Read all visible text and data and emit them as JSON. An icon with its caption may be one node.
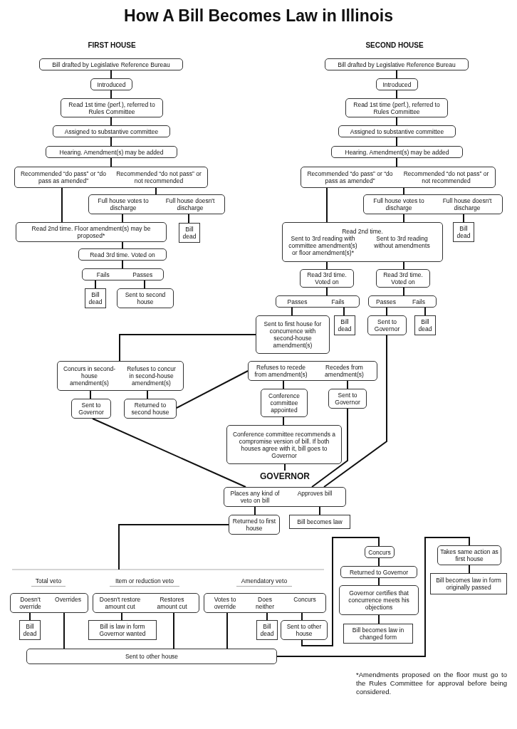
{
  "diagram": {
    "title": "How A Bill Becomes Law in Illinois",
    "nodes": [
      {
        "text": [
          "Bill drafted by Legislative Reference Bureau"
        ]
      },
      {
        "text": [
          "Introduced"
        ]
      },
      {
        "text": [
          "Read 1st time (perf.), referred to Rules Committee"
        ]
      },
      {
        "text": [
          "Assigned to substantive committee"
        ]
      },
      {
        "text": [
          "Hearing. Amendment(s) may be added"
        ]
      },
      {
        "text": [
          "Recommended “do pass” or “do pass as amended”",
          "Recommended “do not pass” or not recommended"
        ]
      },
      {
        "text": [
          "Full house votes to discharge",
          "Full house doesn't discharge"
        ]
      },
      {
        "text": [
          "Bill dead"
        ]
      },
      {
        "text": [
          "Read 2nd time.  Floor amendment(s) may be proposed*"
        ]
      },
      {
        "text": [
          "Read 3rd time. Voted on"
        ]
      },
      {
        "text": [
          "Fails",
          "Passes"
        ]
      },
      {
        "text": [
          "Bill dead"
        ]
      },
      {
        "text": [
          "Sent to second house"
        ]
      },
      {
        "text": [
          "Bill drafted by Legislative Reference Bureau"
        ]
      },
      {
        "text": [
          "Introduced"
        ]
      },
      {
        "text": [
          "Read 1st time (perf.), referred to Rules Committee"
        ]
      },
      {
        "text": [
          "Assigned to substantive committee"
        ]
      },
      {
        "text": [
          "Hearing. Amendment(s) may be added"
        ]
      },
      {
        "text": [
          "Recommended “do pass” or “do pass as amended”",
          "Recommended “do not pass” or not recommended"
        ]
      },
      {
        "text": [
          "Full house votes to discharge",
          "Full house doesn't discharge"
        ]
      },
      {
        "text": [
          "Bill dead"
        ]
      },
      {
        "text": [
          "Read 2nd time.",
          "Sent to 3rd reading with committee amendment(s) or floor amendment(s)*",
          "Sent to 3rd reading without amendments"
        ]
      },
      {
        "text": [
          "Read 3rd time. Voted on"
        ]
      },
      {
        "text": [
          "Read 3rd time. Voted on"
        ]
      },
      {
        "text": [
          "Passes",
          "Fails"
        ]
      },
      {
        "text": [
          "Passes",
          "Fails"
        ]
      },
      {
        "text": [
          "Sent to first house for concurrence with second-house amendment(s)"
        ]
      },
      {
        "text": [
          "Bill dead"
        ]
      },
      {
        "text": [
          "Sent to Governor"
        ]
      },
      {
        "text": [
          "Bill dead"
        ]
      },
      {
        "text": [
          "Concurs in second-house amendment(s)",
          "Refuses to concur in second-house amendment(s)"
        ]
      },
      {
        "text": [
          "Refuses to recede from amendment(s)",
          "Recedes from amendment(s)"
        ]
      },
      {
        "text": [
          "Sent to Governor"
        ]
      },
      {
        "text": [
          "Returned to second house"
        ]
      },
      {
        "text": [
          "Conference committee appointed"
        ]
      },
      {
        "text": [
          "Sent to Governor"
        ]
      },
      {
        "text": [
          "Conference committee recommends a compromise version of bill.  If both houses agree with it, bill goes to Governor"
        ]
      },
      {
        "text": [
          "Places any kind of veto on bill",
          "Approves bill"
        ]
      },
      {
        "text": [
          "Returned to first house"
        ]
      },
      {
        "text": [
          "Bill becomes law"
        ]
      },
      {
        "text": [
          "Concurs"
        ]
      },
      {
        "text": [
          "Takes same action as first house"
        ]
      },
      {
        "text": [
          "Returned to Governor"
        ]
      },
      {
        "text": [
          "Bill becomes law in form originally passed"
        ]
      },
      {
        "text": [
          "Governor certifies that concurrence meets his objections"
        ]
      },
      {
        "text": [
          "Doesn't override",
          "Overrides"
        ]
      },
      {
        "text": [
          "Doesn't restore amount cut",
          "Restores amount cut"
        ]
      },
      {
        "text": [
          "Votes to override",
          "Does neither",
          "Concurs"
        ]
      },
      {
        "text": [
          "Bill dead"
        ]
      },
      {
        "text": [
          "Bill is law in form Governor wanted"
        ]
      },
      {
        "text": [
          "Bill dead"
        ]
      },
      {
        "text": [
          "Sent to other house"
        ]
      },
      {
        "text": [
          "Bill becomes law in changed form"
        ]
      },
      {
        "text": [
          "Sent to other house"
        ]
      },
      {
        "text": [
          "GOVERNOR"
        ]
      }
    ],
    "edges": [
      {
        "from": 0,
        "to": 1,
        "arrow": "none"
      },
      {
        "from": 1,
        "to": 2,
        "arrow": "none"
      },
      {
        "from": 2,
        "to": 3,
        "arrow": "none"
      },
      {
        "from": 3,
        "to": 4,
        "arrow": "none"
      },
      {
        "from": 4,
        "to": 5,
        "arrow": "none"
      },
      {
        "from": 5,
        "to": 8,
        "arrow": "none"
      },
      {
        "from": 5,
        "to": 6,
        "arrow": "none"
      },
      {
        "from": 6,
        "to": 8,
        "arrow": "none"
      },
      {
        "from": 6,
        "to": 7,
        "arrow": "none"
      },
      {
        "from": 8,
        "to": 9,
        "arrow": "none"
      },
      {
        "from": 9,
        "to": 10,
        "arrow": "none"
      },
      {
        "from": 10,
        "to": 11,
        "arrow": "none"
      },
      {
        "from": 10,
        "to": 12,
        "arrow": "none"
      },
      {
        "from": 13,
        "to": 14,
        "arrow": "none"
      },
      {
        "from": 14,
        "to": 15,
        "arrow": "none"
      },
      {
        "from": 15,
        "to": 16,
        "arrow": "none"
      },
      {
        "from": 16,
        "to": 17,
        "arrow": "none"
      },
      {
        "from": 17,
        "to": 18,
        "arrow": "none"
      },
      {
        "from": 18,
        "to": 21,
        "arrow": "none"
      },
      {
        "from": 18,
        "to": 19,
        "arrow": "none"
      },
      {
        "from": 19,
        "to": 21,
        "arrow": "none"
      },
      {
        "from": 19,
        "to": 20,
        "arrow": "none"
      },
      {
        "from": 21,
        "to": 22,
        "arrow": "none"
      },
      {
        "from": 21,
        "to": 23,
        "arrow": "none"
      },
      {
        "from": 22,
        "to": 24,
        "arrow": "none"
      },
      {
        "from": 23,
        "to": 25,
        "arrow": "none"
      },
      {
        "from": 24,
        "to": 26,
        "arrow": "none"
      },
      {
        "from": 24,
        "to": 27,
        "arrow": "none"
      },
      {
        "from": 25,
        "to": 28,
        "arrow": "none"
      },
      {
        "from": 25,
        "to": 29,
        "arrow": "none"
      },
      {
        "from": 26,
        "to": 30,
        "arrow": "none"
      },
      {
        "from": 30,
        "to": 32,
        "arrow": "none"
      },
      {
        "from": 30,
        "to": 33,
        "arrow": "none"
      },
      {
        "from": 33,
        "to": 31,
        "arrow": "none"
      },
      {
        "from": 31,
        "to": 34,
        "arrow": "none"
      },
      {
        "from": 31,
        "to": 35,
        "arrow": "none"
      },
      {
        "from": 34,
        "to": 36,
        "arrow": "none"
      },
      {
        "from": 36,
        "to": 54,
        "arrow": "none"
      },
      {
        "from": 32,
        "to": 37,
        "arrow": "none"
      },
      {
        "from": 35,
        "to": 37,
        "arrow": "none"
      },
      {
        "from": 28,
        "to": 37,
        "arrow": "none"
      },
      {
        "from": 37,
        "to": 38,
        "arrow": "none"
      },
      {
        "from": 37,
        "to": 39,
        "arrow": "none"
      },
      {
        "from": 38,
        "to": null,
        "arrow": "none"
      },
      {
        "from": 45,
        "to": 48,
        "arrow": "none"
      },
      {
        "from": 45,
        "to": 53,
        "arrow": "none"
      },
      {
        "from": 46,
        "to": 49,
        "arrow": "none"
      },
      {
        "from": 46,
        "to": 53,
        "arrow": "none"
      },
      {
        "from": 47,
        "to": 53,
        "arrow": "none"
      },
      {
        "from": 47,
        "to": 50,
        "arrow": "none"
      },
      {
        "from": 47,
        "to": 51,
        "arrow": "none"
      },
      {
        "from": 51,
        "to": 40,
        "arrow": "none"
      },
      {
        "from": 53,
        "to": 41,
        "arrow": "none"
      },
      {
        "from": 40,
        "to": 42,
        "arrow": "none"
      },
      {
        "from": 42,
        "to": 44,
        "arrow": "none"
      },
      {
        "from": 44,
        "to": 52,
        "arrow": "none"
      },
      {
        "from": 41,
        "to": 43,
        "arrow": "none"
      }
    ],
    "labels": [
      "FIRST HOUSE",
      "SECOND HOUSE",
      "Total veto",
      "Item or reduction veto",
      "Amendatory veto",
      "*Amendments proposed on the floor must go to the Rules Committee for approval before being considered."
    ]
  }
}
